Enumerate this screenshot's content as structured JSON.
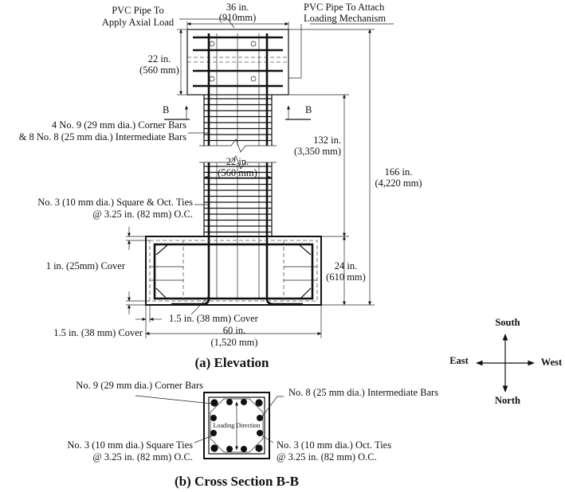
{
  "elevation": {
    "caption": "(a) Elevation",
    "labels": {
      "pvc_axial": [
        "PVC Pipe To",
        "Apply Axial Load"
      ],
      "pvc_loading": [
        "PVC Pipe To Attach",
        "Loading Mechanism"
      ],
      "top_width": [
        "36 in.",
        "(910mm)"
      ],
      "top_height": [
        "22 in.",
        "(560 mm)"
      ],
      "section_mark": "B",
      "long_bars": [
        "4 No. 9 (29 mm dia.) Corner Bars",
        "& 8 No. 8 (25 mm dia.) Intermediate Bars"
      ],
      "col_width": [
        "22 in.",
        "(560 mm)"
      ],
      "col_height": [
        "132 in.",
        "(3,350 mm)"
      ],
      "total_height": [
        "166 in.",
        "(4,220 mm)"
      ],
      "ties": [
        "No. 3 (10 mm dia.) Square & Oct. Ties",
        "@ 3.25 in. (82 mm) O.C."
      ],
      "cover_1in": "1 in. (25mm) Cover",
      "footing_height": [
        "24 in.",
        "(610 mm)"
      ],
      "cover_15_inner": "1.5 in. (38 mm) Cover",
      "cover_15_outer": "1.5 in. (38 mm) Cover",
      "footing_width": [
        "60 in.",
        "(1,520 mm)"
      ]
    }
  },
  "cross_section": {
    "caption": "(b) Cross Section B-B",
    "labels": {
      "corner_bars": "No. 9 (29 mm dia.) Corner Bars",
      "intermediate_bars": "No. 8 (25 mm dia.) Intermediate Bars",
      "square_ties": [
        "No. 3 (10 mm dia.) Square Ties",
        "@ 3.25 in. (82 mm) O.C."
      ],
      "oct_ties": [
        "No. 3 (10 mm dia.) Oct. Ties",
        "@ 3.25 in. (82 mm) O.C."
      ],
      "loading_direction": "Loading Direction"
    }
  },
  "compass": {
    "north": "North",
    "south": "South",
    "east": "East",
    "west": "West"
  }
}
